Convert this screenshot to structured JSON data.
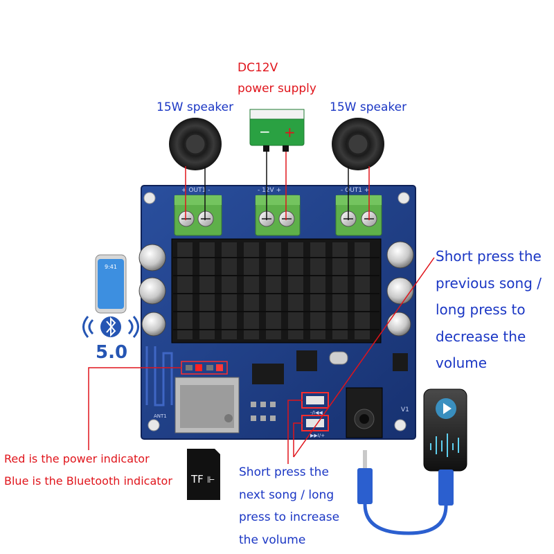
{
  "labels": {
    "power_title": "DC12V",
    "power_sub": "power supply",
    "speaker_left": "15W speaker",
    "speaker_right": "15W speaker",
    "prev_lines": [
      "Short press the",
      "previous song /",
      "long press to",
      "decrease the",
      "volume"
    ],
    "next_lines": [
      "Short press the",
      "next song / long",
      "press to increase",
      "the volume"
    ],
    "red_indicator": "Red is the power indicator",
    "blue_indicator": "Blue is the Bluetooth indicator",
    "bt_version": "5.0",
    "tf_card": "TF",
    "phone_time": "9:41"
  },
  "board_markings": {
    "out_left": "+ OUT1 -",
    "power_terminal": "- 12V +",
    "out_right": "- OUT1 +",
    "ant": "ANT1",
    "v1": "V1",
    "btn_prev": "-/I◀◀",
    "btn_next": "▶▶I/+"
  },
  "colors": {
    "board": "#1f3f86",
    "heatsink": "#111111",
    "terminal": "#5eb04a",
    "battery": "#2aa142",
    "label_blue": "#1a36c4",
    "label_red": "#e0141b",
    "cable": "#2b5fcf"
  }
}
